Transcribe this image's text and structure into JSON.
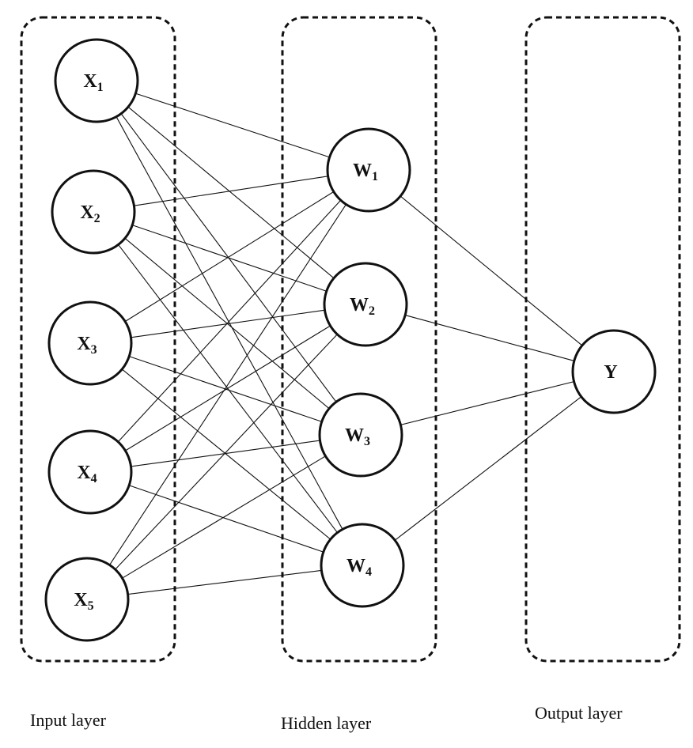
{
  "layers": {
    "input_label": "Input layer",
    "hidden_label": "Hidden layer",
    "output_label": "Output layer"
  },
  "input_nodes": [
    {
      "id": "x1",
      "base": "X",
      "sub": "1"
    },
    {
      "id": "x2",
      "base": "X",
      "sub": "2"
    },
    {
      "id": "x3",
      "base": "X",
      "sub": "3"
    },
    {
      "id": "x4",
      "base": "X",
      "sub": "4"
    },
    {
      "id": "x5",
      "base": "X",
      "sub": "5"
    }
  ],
  "hidden_nodes": [
    {
      "id": "w1",
      "base": "W",
      "sub": "1"
    },
    {
      "id": "w2",
      "base": "W",
      "sub": "2"
    },
    {
      "id": "w3",
      "base": "W",
      "sub": "3"
    },
    {
      "id": "w4",
      "base": "W",
      "sub": "4"
    }
  ],
  "output_nodes": [
    {
      "id": "y",
      "base": "Y",
      "sub": ""
    }
  ],
  "connections": "fully-connected"
}
